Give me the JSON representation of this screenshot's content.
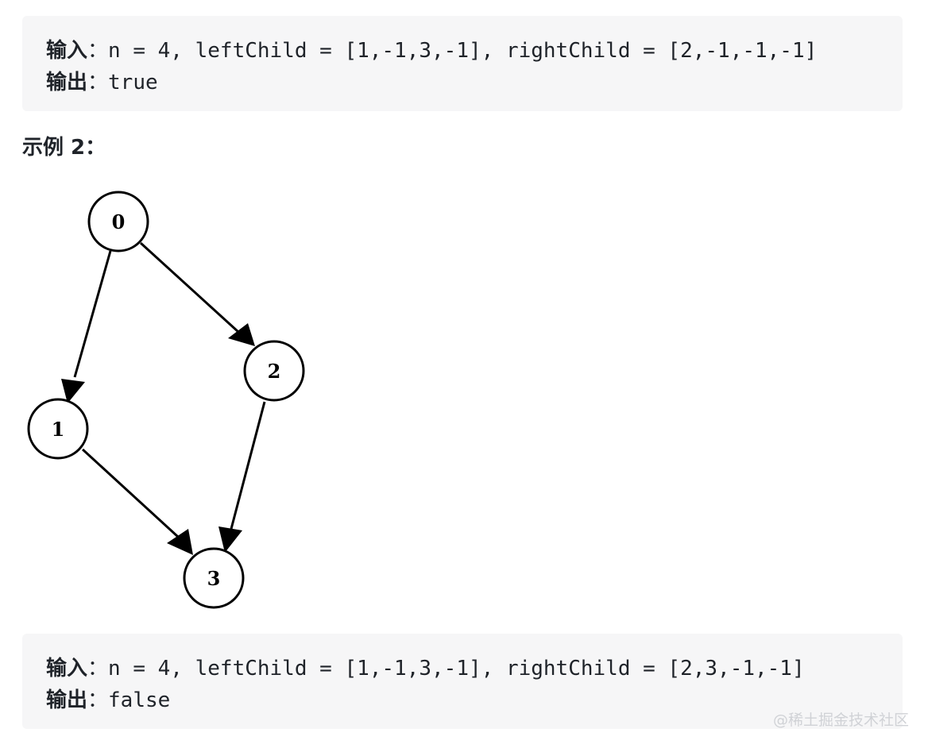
{
  "example1": {
    "input_label": "输入",
    "input_colon": "：",
    "input_value": "n = 4, leftChild = [1,-1,3,-1], rightChild = [2,-1,-1,-1]",
    "output_label": "输出",
    "output_colon": "：",
    "output_value": "true"
  },
  "example2": {
    "heading": "示例 2：",
    "graph": {
      "nodes": [
        "0",
        "1",
        "2",
        "3"
      ],
      "edges": [
        [
          "0",
          "1"
        ],
        [
          "0",
          "2"
        ],
        [
          "1",
          "3"
        ],
        [
          "2",
          "3"
        ]
      ]
    },
    "input_label": "输入",
    "input_colon": "：",
    "input_value": "n = 4, leftChild = [1,-1,3,-1], rightChild = [2,3,-1,-1]",
    "output_label": "输出",
    "output_colon": "：",
    "output_value": "false"
  },
  "watermark": "@稀土掘金技术社区"
}
